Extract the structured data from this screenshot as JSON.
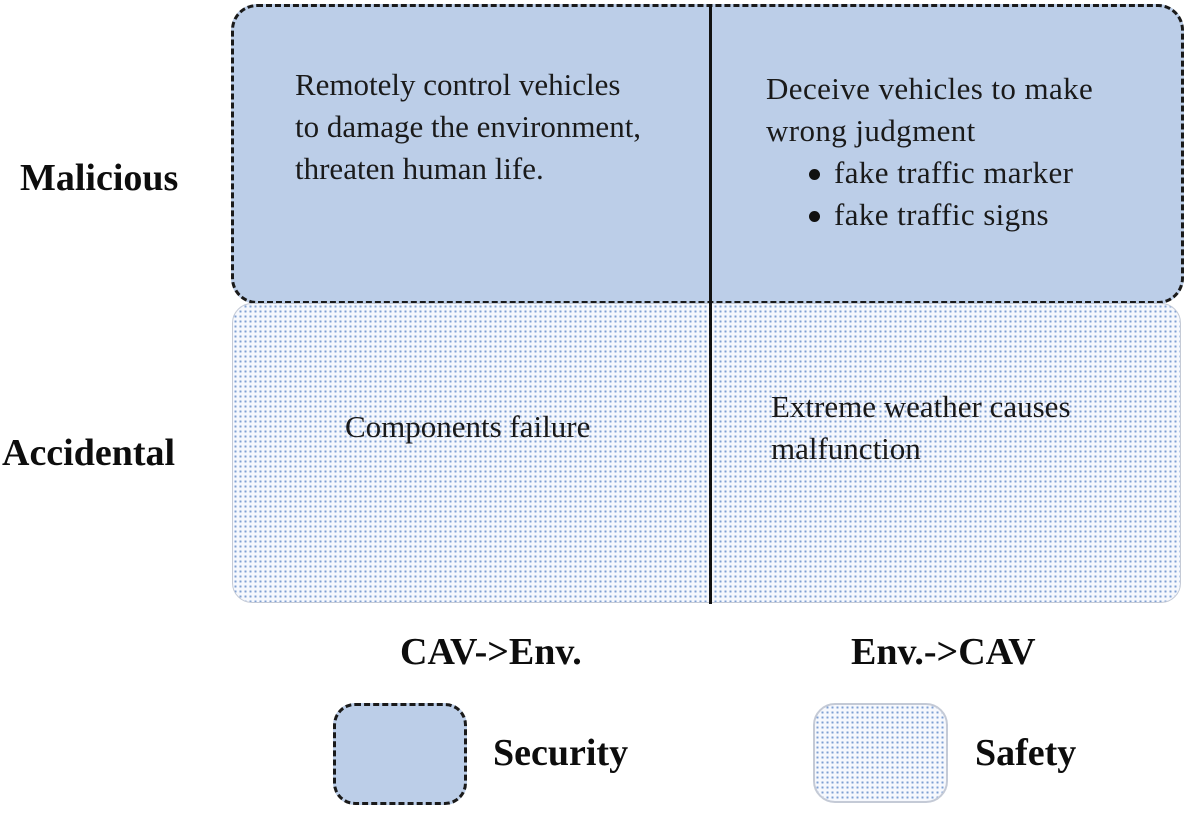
{
  "rows": {
    "malicious": "Malicious",
    "accidental": "Accidental"
  },
  "columns": {
    "cav_to_env": "CAV->Env.",
    "env_to_cav": "Env.->CAV"
  },
  "cells": {
    "malicious_cav_env": [
      "Remotely control vehicles",
      "to damage the environment,",
      "threaten human life."
    ],
    "malicious_env_cav": {
      "lines": [
        "Deceive vehicles to make",
        "wrong judgment"
      ],
      "bullets": [
        "fake traffic marker",
        "fake traffic signs"
      ]
    },
    "accidental_cav_env": "Components failure",
    "accidental_env_cav": [
      "Extreme weather causes",
      "malfunction"
    ]
  },
  "legend": {
    "security": "Security",
    "safety": "Safety"
  },
  "colors": {
    "security_fill": "#bccee8",
    "safety_dot": "#7fa0d3",
    "border": "#1a1a1a"
  }
}
